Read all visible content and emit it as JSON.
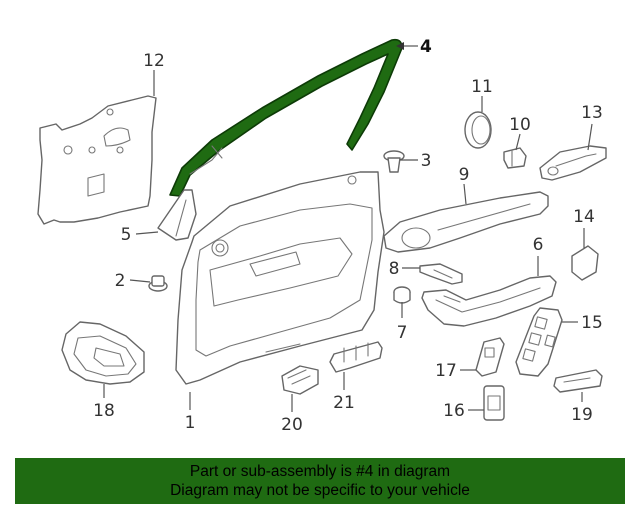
{
  "banner": {
    "line1": "Part or sub-assembly is #4 in diagram",
    "line2": "Diagram may not be specific to your vehicle",
    "color": "#1f6b12"
  },
  "highlight_color": "#1f6b12",
  "callouts": {
    "n1": "1",
    "n2": "2",
    "n3": "3",
    "n4": "4",
    "n5": "5",
    "n6": "6",
    "n7": "7",
    "n8": "8",
    "n9": "9",
    "n10": "10",
    "n11": "11",
    "n12": "12",
    "n13": "13",
    "n14": "14",
    "n15": "15",
    "n16": "16",
    "n17": "17",
    "n18": "18",
    "n19": "19",
    "n20": "20",
    "n21": "21"
  }
}
